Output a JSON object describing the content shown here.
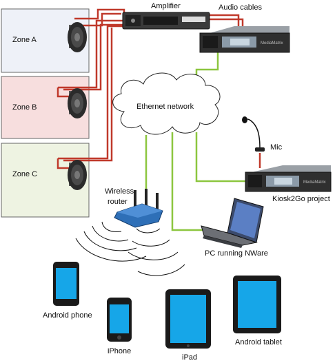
{
  "colors": {
    "audio_cable": "#c0392b",
    "network_cable": "#8cc63f",
    "zone_a_bg": "#eef1f8",
    "zone_b_bg": "#f7dede",
    "zone_c_bg": "#eef3e2",
    "screen_blue": "#16a6e8"
  },
  "labels": {
    "amplifier": "Amplifier",
    "audio_cables": "Audio cables",
    "zone_a": "Zone A",
    "zone_b": "Zone B",
    "zone_c": "Zone C",
    "ethernet": "Ethernet network",
    "mic": "Mic",
    "wireless_l1": "Wireless",
    "wireless_l2": "router",
    "kiosk": "Kiosk2Go project",
    "pc": "PC running NWare",
    "android_phone": "Android phone",
    "iphone": "iPhone",
    "ipad": "iPad",
    "android_tablet": "Android tablet"
  },
  "device_brand": "MediaMatrix"
}
